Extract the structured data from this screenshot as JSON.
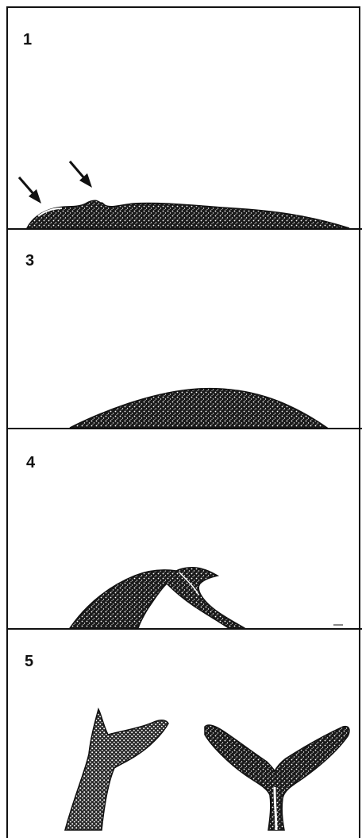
{
  "panels": [
    {
      "number": "1"
    },
    {
      "number": "3"
    },
    {
      "number": "4"
    },
    {
      "number": "5"
    }
  ],
  "ink_color": "#111111",
  "paper_color": "#ffffff"
}
